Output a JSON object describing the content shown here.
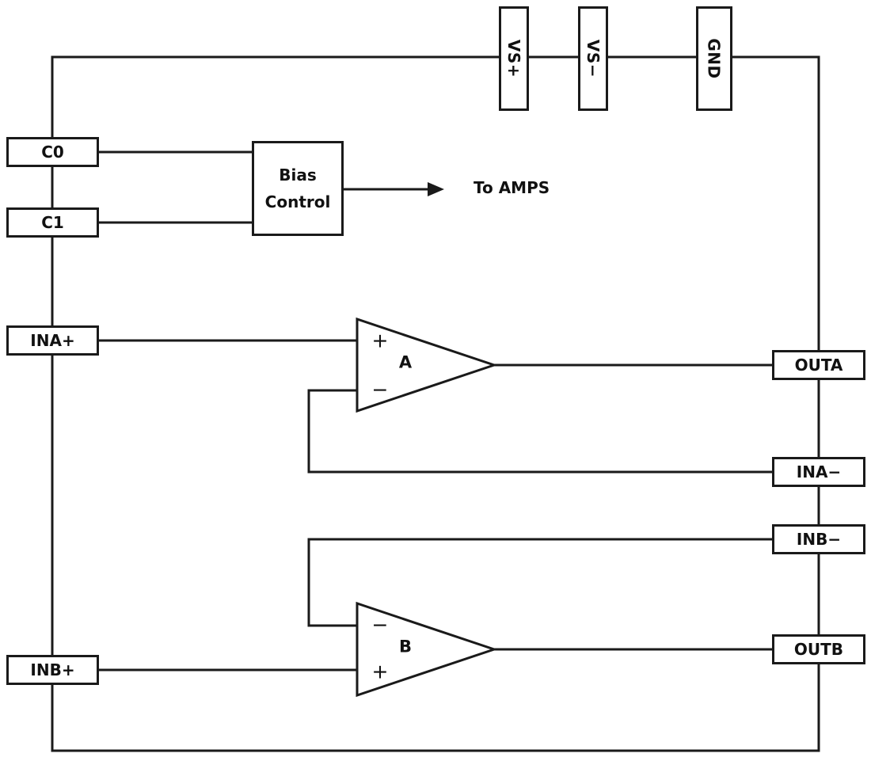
{
  "diagram": {
    "pins": {
      "top": [
        {
          "id": "vs-plus",
          "label": "VS+"
        },
        {
          "id": "vs-minus",
          "label": "VS−"
        },
        {
          "id": "gnd",
          "label": "GND"
        }
      ],
      "left": [
        {
          "id": "c0",
          "label": "C0"
        },
        {
          "id": "c1",
          "label": "C1"
        },
        {
          "id": "ina-plus",
          "label": "INA+"
        },
        {
          "id": "inb-plus",
          "label": "INB+"
        }
      ],
      "right": [
        {
          "id": "outa",
          "label": "OUTA"
        },
        {
          "id": "ina-minus",
          "label": "INA−"
        },
        {
          "id": "inb-minus",
          "label": "INB−"
        },
        {
          "id": "outb",
          "label": "OUTB"
        }
      ]
    },
    "blocks": {
      "bias_control": {
        "label": "Bias Control"
      },
      "amp_a": {
        "name": "A",
        "top_input": "+",
        "bottom_input": "−"
      },
      "amp_b": {
        "name": "B",
        "top_input": "−",
        "bottom_input": "+"
      }
    },
    "annotations": {
      "to_amps": "To AMPS"
    },
    "colors": {
      "line": "#1a1a1a",
      "text": "#111111",
      "background": "#ffffff"
    }
  }
}
